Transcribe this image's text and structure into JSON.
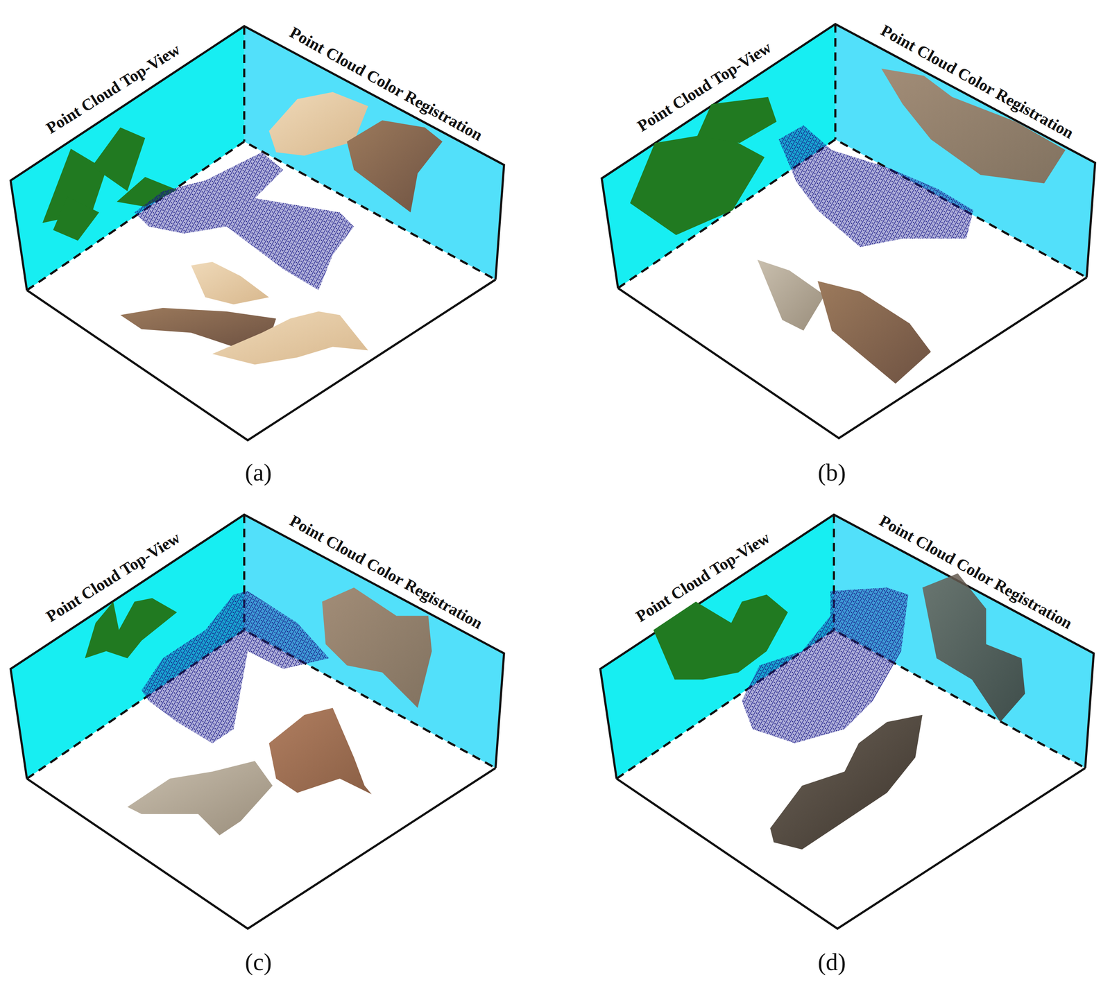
{
  "diagram": {
    "labels": [
      "Point Cloud Top-View",
      "Point Cloud Color Registration",
      "Point Cloud Top-View",
      "Point Cloud Color Registration",
      "(a)",
      "(b)",
      "Point Cloud Top-View",
      "Point Cloud Color Registration",
      "Point Cloud Top-View",
      "Point Cloud Color Registration",
      "(c)",
      "(d)"
    ]
  }
}
